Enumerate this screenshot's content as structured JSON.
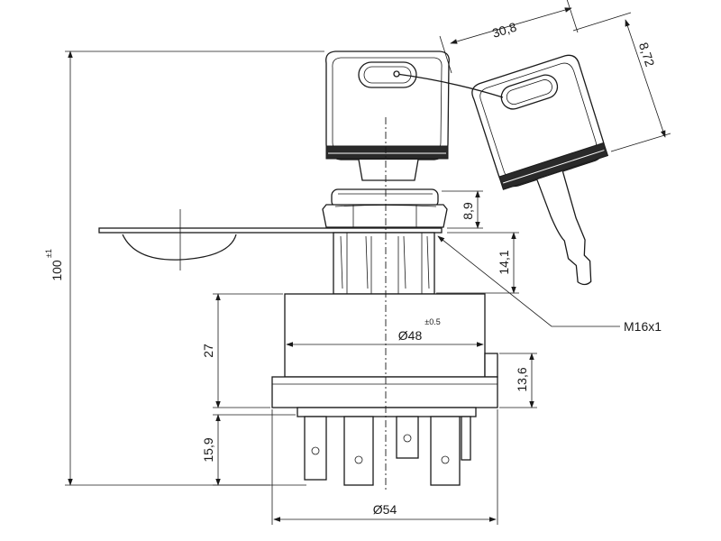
{
  "dimensions": {
    "overall_height": "100",
    "overall_height_tol": "±1",
    "key_width": "30,8",
    "key_thickness": "8,72",
    "nut_height": "8,9",
    "thread_length": "14,1",
    "thread_callout": "M16x1",
    "body_diameter": "Ø48",
    "body_diameter_tol": "±0.5",
    "body_height": "27",
    "flange_height": "13,6",
    "terminal_length": "15,9",
    "flange_diameter": "Ø54"
  }
}
